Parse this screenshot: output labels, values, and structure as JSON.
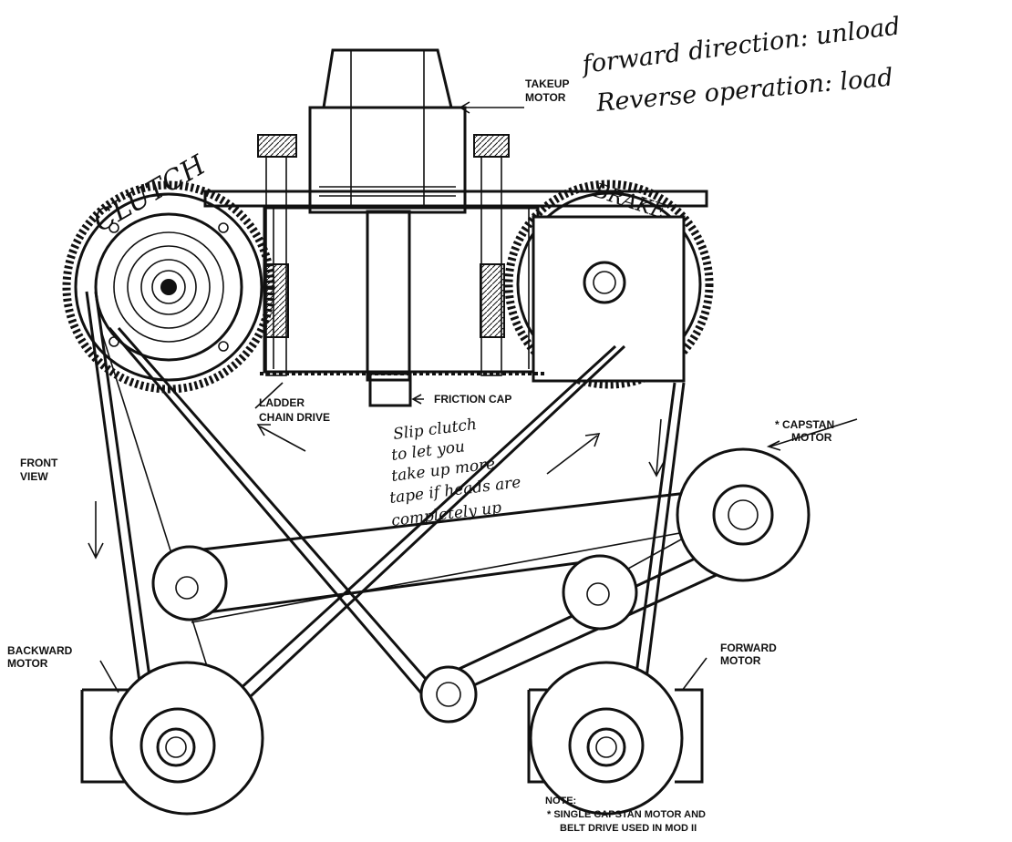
{
  "labels": {
    "takeup_motor": [
      "TAKEUP",
      "MOTOR"
    ],
    "ladder_chain_drive": [
      "LADDER",
      "CHAIN DRIVE"
    ],
    "friction_cap": "FRICTION CAP",
    "front_view": [
      "FRONT",
      "VIEW"
    ],
    "capstan_motor": [
      "* CAPSTAN",
      "MOTOR"
    ],
    "backward_motor": [
      "BACKWARD",
      "MOTOR"
    ],
    "forward_motor": [
      "FORWARD",
      "MOTOR"
    ],
    "note": [
      "NOTE:",
      "* SINGLE CAPSTAN MOTOR AND",
      "BELT DRIVE USED IN MOD II"
    ]
  },
  "handwritten": {
    "direction": [
      "forward direction: unload",
      "Reverse operation: load"
    ],
    "slip_clutch": [
      "Slip clutch",
      "to let you",
      "take up more",
      "tape if heads are",
      "completely up"
    ],
    "clutch": "CLUTCH",
    "brake": "BRAKE"
  },
  "colors": {
    "ink": "#111111",
    "paper": "#ffffff"
  }
}
